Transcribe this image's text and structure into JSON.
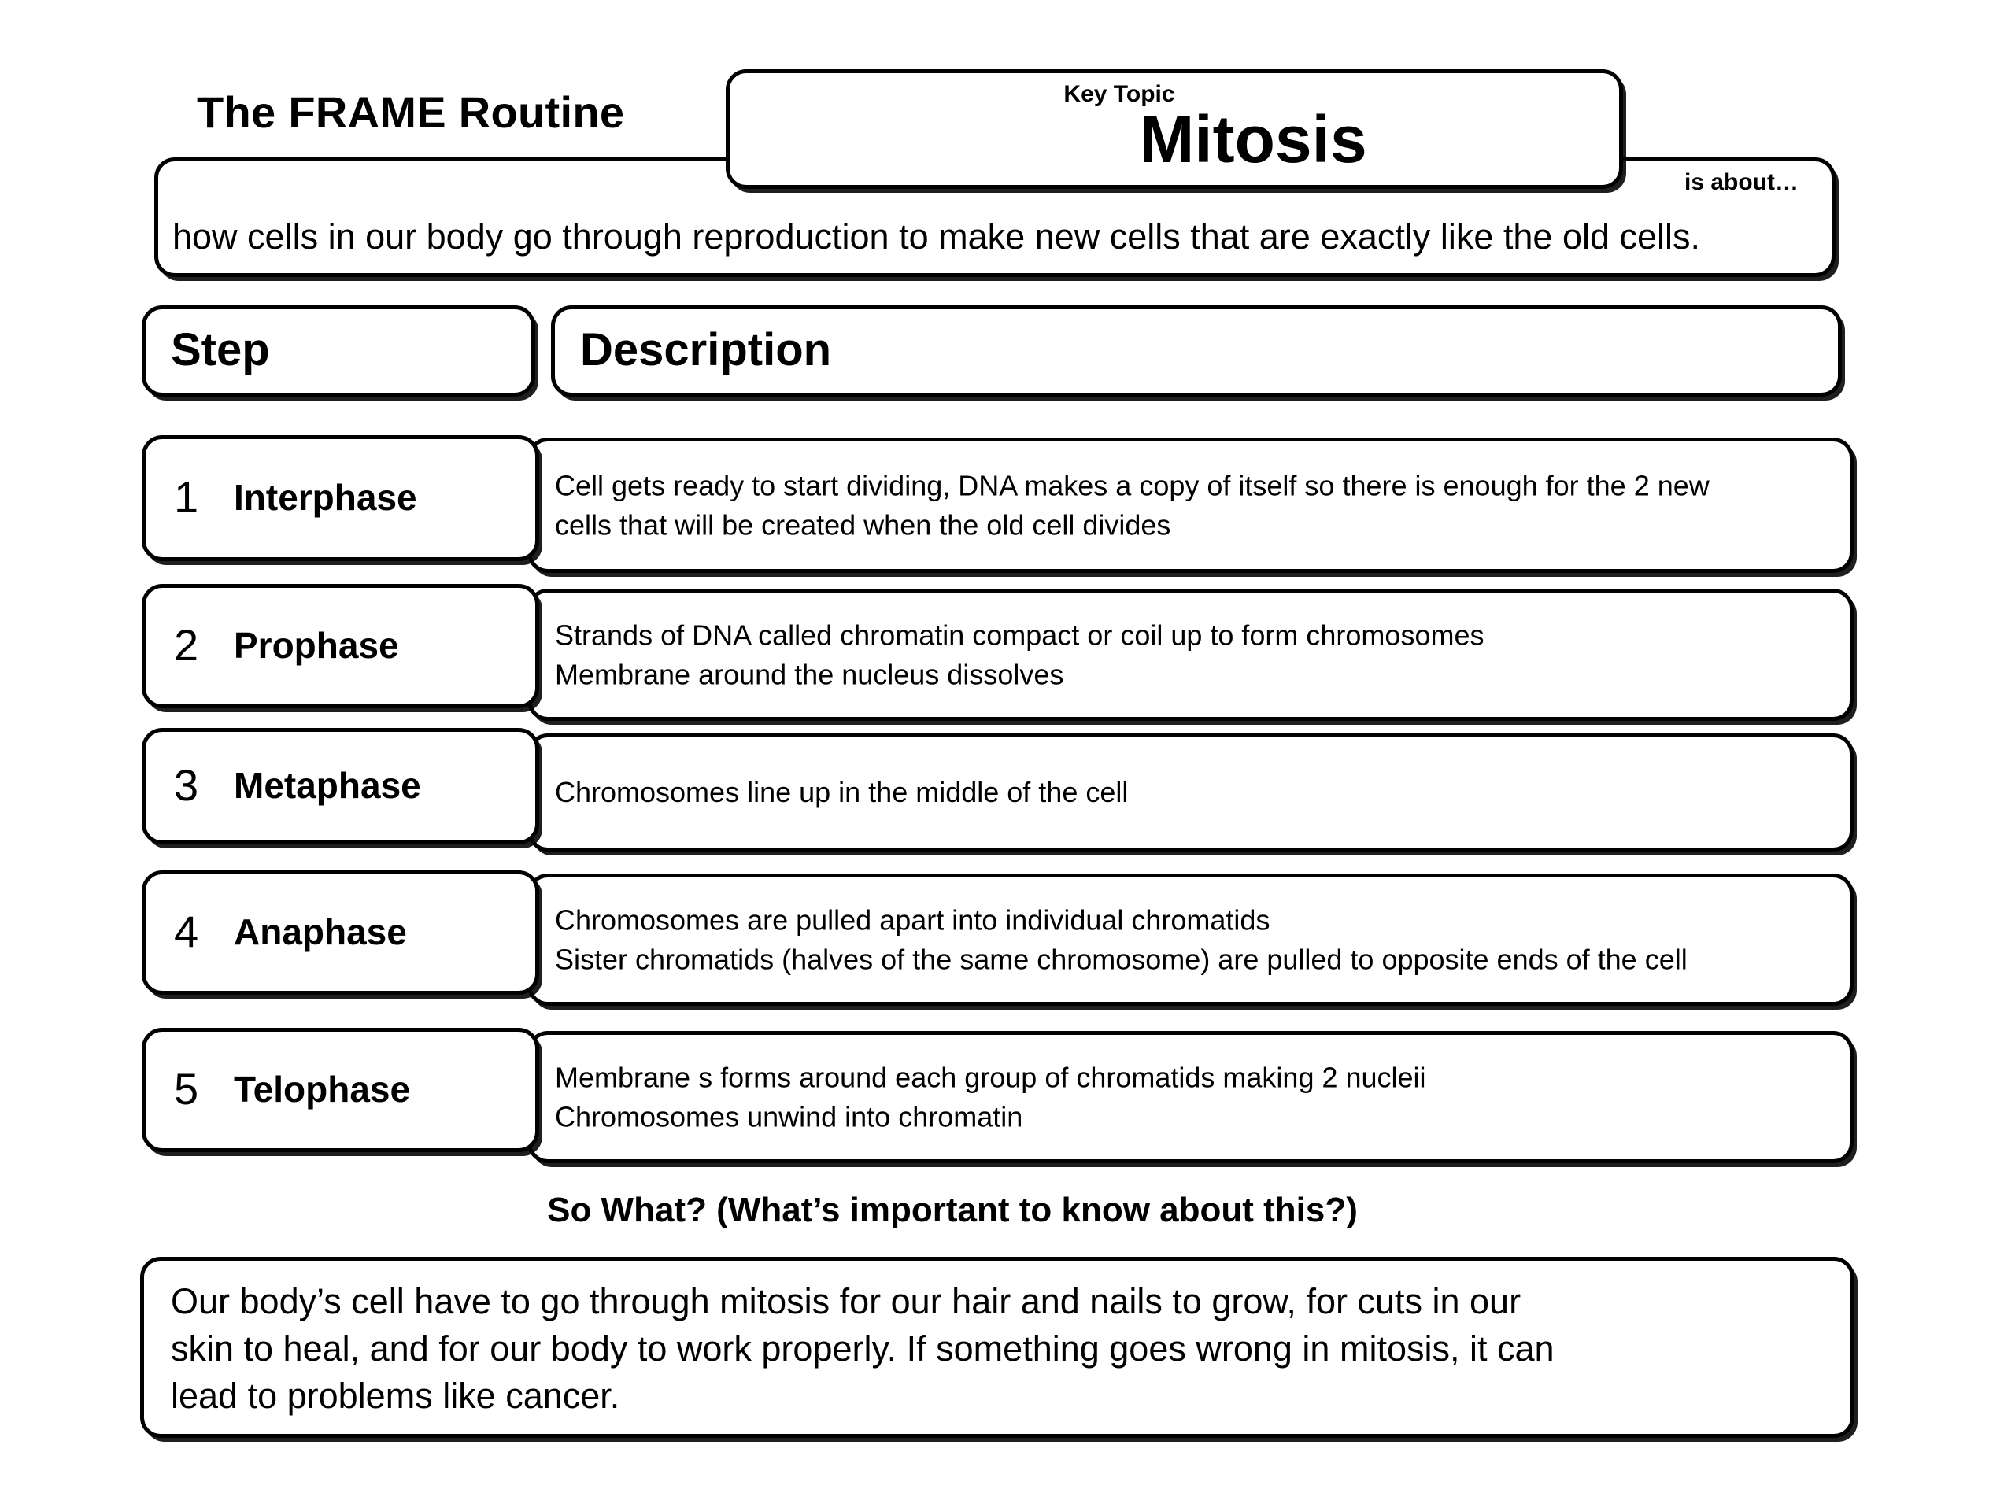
{
  "header": {
    "frame_title": "The FRAME Routine",
    "key_topic_label": "Key Topic",
    "key_topic_value": "Mitosis",
    "is_about_label": "is about…",
    "is_about_text": "how cells in our body go through reproduction to make new cells that are exactly like the old cells."
  },
  "table": {
    "step_header": "Step",
    "description_header": "Description",
    "rows": [
      {
        "num": "1",
        "name": "Interphase",
        "lines": [
          "Cell gets ready to start dividing, DNA makes a copy of itself so there is enough for the 2 new",
          " cells that will be created when the old cell  divides"
        ]
      },
      {
        "num": "2",
        "name": "Prophase",
        "lines": [
          "Strands of DNA called chromatin compact or coil up to form chromosomes",
          "Membrane around the nucleus dissolves"
        ]
      },
      {
        "num": "3",
        "name": "Metaphase",
        "lines": [
          "Chromosomes line up in the middle of the cell"
        ]
      },
      {
        "num": "4",
        "name": "Anaphase",
        "lines": [
          "Chromosomes  are pulled apart into individual chromatids",
          "Sister chromatids (halves of the same chromosome) are pulled to opposite ends of the cell"
        ]
      },
      {
        "num": "5",
        "name": "Telophase",
        "lines": [
          " Membrane s  forms around each group of chromatids making 2 nucleii",
          " Chromosomes  unwind into chromatin"
        ]
      }
    ]
  },
  "so_what": {
    "title": "So What? (What’s important to know about this?)",
    "lines": [
      "Our body’s cell have to go through mitosis for our hair and nails to grow, for cuts in our",
      "skin to heal,  and for our body to work properly.  If something goes wrong in mitosis, it can",
      "lead to problems like cancer."
    ]
  },
  "colors": {
    "ink": "#000000",
    "paper": "#ffffff"
  }
}
